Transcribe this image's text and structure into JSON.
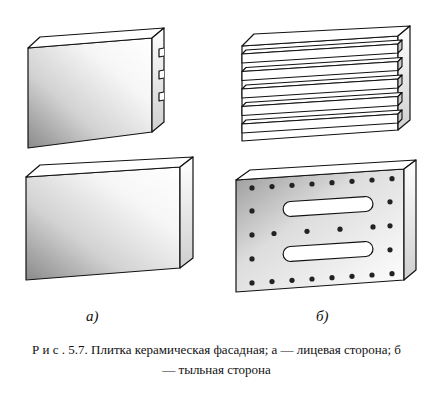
{
  "diagram": {
    "caption": "Р и с . 5.7. Плитка керамическая фасадная; а — лицевая сторона; б — тыльная сторона",
    "labels": [
      "а)",
      "б)"
    ]
  }
}
